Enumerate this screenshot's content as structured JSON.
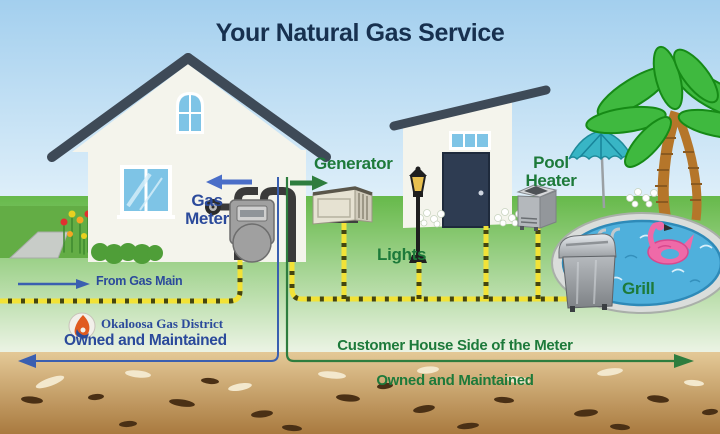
{
  "title": "Your Natural Gas Service",
  "equipment_labels": {
    "gas_meter": "Gas Meter",
    "generator": "Generator",
    "lights": "Lights",
    "pool_heater": "Pool Heater",
    "grill": "Grill"
  },
  "annotations": {
    "from_gas_main": "From Gas Main"
  },
  "utility_side": {
    "name": "Okaloosa Gas District",
    "caption": "Owned and Maintained"
  },
  "customer_side": {
    "line1": "Customer House Side of the Meter",
    "line2": "Owned and Maintained"
  },
  "colors": {
    "sky_top": "#a3cfee",
    "sky_bottom": "#e0f0fa",
    "grass_top": "#66b94a",
    "grass_bottom": "#edf4e6",
    "dirt_top": "#e4c997",
    "dirt_bottom": "#a97a3f",
    "title_text": "#17304f",
    "label_green": "#1d7a3a",
    "label_blue": "#2b4a9b",
    "gas_line_yellow": "#f2e237",
    "gas_line_dash": "#45450f",
    "utility_line_blue": "#3a5fb0",
    "customer_line_green": "#2e7d3e",
    "arrow_blue": "#4a6ec8",
    "house_wall": "#f4f4ec",
    "roof_gray": "#3e4a57",
    "door_navy": "#2e3c52",
    "window_blue": "#7ec4e6",
    "water_blue": "#4fb0dc",
    "flamingo_pink": "#ef6aa8",
    "umbrella_teal": "#38b5c5",
    "palm_green": "#3fb93f",
    "trunk_brown": "#b5762a",
    "logo_flame_orange": "#e05a20",
    "logo_swirl_blue": "#2a4a9a"
  }
}
